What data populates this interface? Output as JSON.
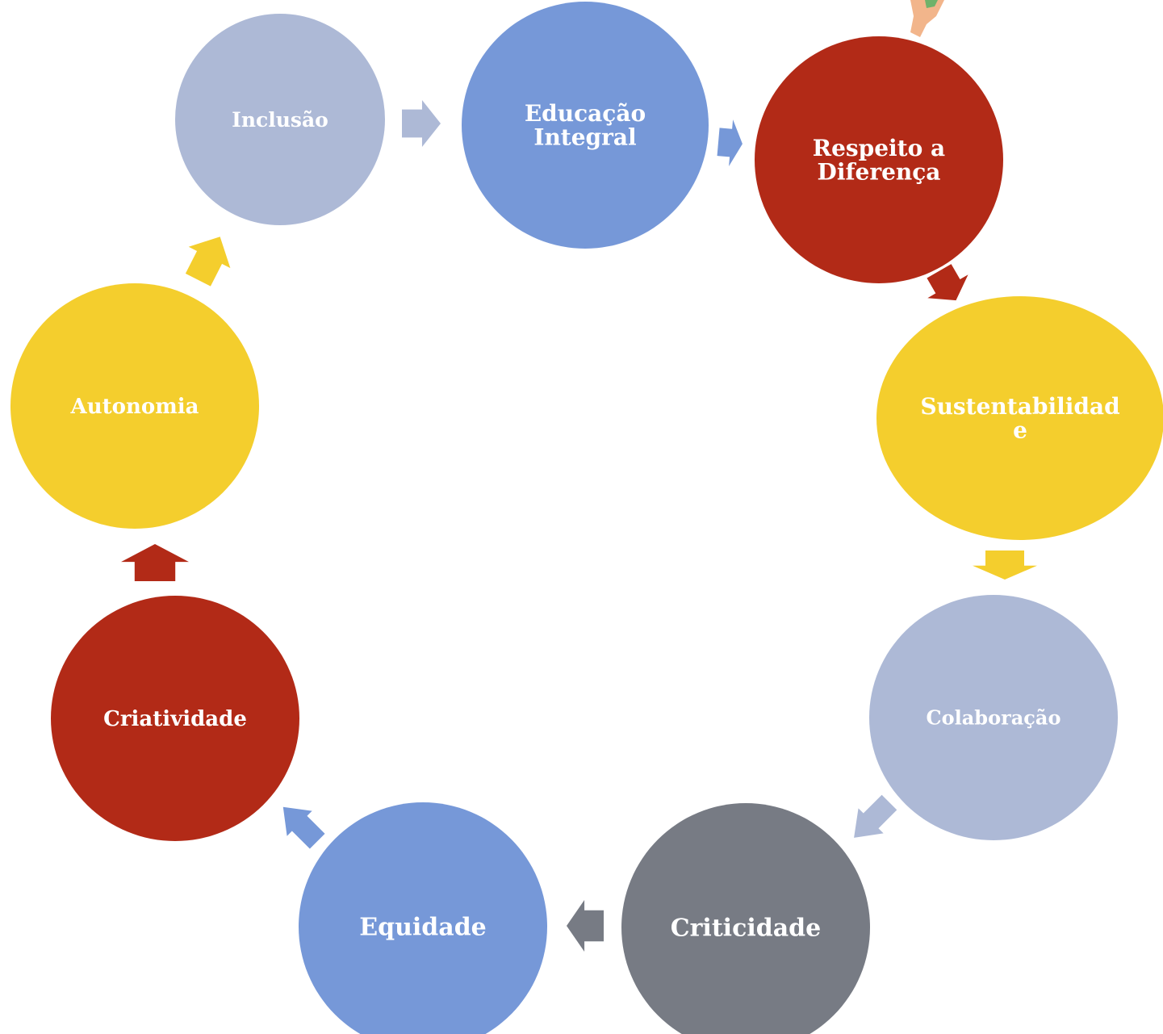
{
  "diagram": {
    "type": "cycle",
    "nodes": [
      {
        "id": "inclusao",
        "lines": [
          "Inclusão"
        ],
        "color": "#adb9d6"
      },
      {
        "id": "educacao-integral",
        "lines": [
          "Educação",
          "Integral"
        ],
        "color": "#7698d8"
      },
      {
        "id": "respeito-a-diferenca",
        "lines": [
          "Respeito a",
          "Diferença"
        ],
        "color": "#b22a17"
      },
      {
        "id": "sustentabilidade",
        "lines": [
          "Sustentabilidad",
          "e"
        ],
        "color": "#f4ce2d"
      },
      {
        "id": "colaboracao",
        "lines": [
          "Colaboração"
        ],
        "color": "#adb9d6"
      },
      {
        "id": "criticidade",
        "lines": [
          "Criticidade"
        ],
        "color": "#777b84"
      },
      {
        "id": "equidade",
        "lines": [
          "Equidade"
        ],
        "color": "#7698d8"
      },
      {
        "id": "criatividade",
        "lines": [
          "Criatividade"
        ],
        "color": "#b22a17"
      },
      {
        "id": "autonomia",
        "lines": [
          "Autonomia"
        ],
        "color": "#f4ce2d"
      }
    ],
    "arrows": [
      {
        "from": "inclusao",
        "to": "educacao-integral",
        "color": "#adb9d6"
      },
      {
        "from": "educacao-integral",
        "to": "respeito-a-diferenca",
        "color": "#7698d8"
      },
      {
        "from": "respeito-a-diferenca",
        "to": "sustentabilidade",
        "color": "#b22a17"
      },
      {
        "from": "sustentabilidade",
        "to": "colaboracao",
        "color": "#f4ce2d"
      },
      {
        "from": "colaboracao",
        "to": "criticidade",
        "color": "#adb9d6"
      },
      {
        "from": "criticidade",
        "to": "equidade",
        "color": "#777b84"
      },
      {
        "from": "equidade",
        "to": "criatividade",
        "color": "#7698d8"
      },
      {
        "from": "criatividade",
        "to": "autonomia",
        "color": "#b22a17"
      },
      {
        "from": "autonomia",
        "to": "inclusao",
        "color": "#f4ce2d"
      }
    ]
  }
}
